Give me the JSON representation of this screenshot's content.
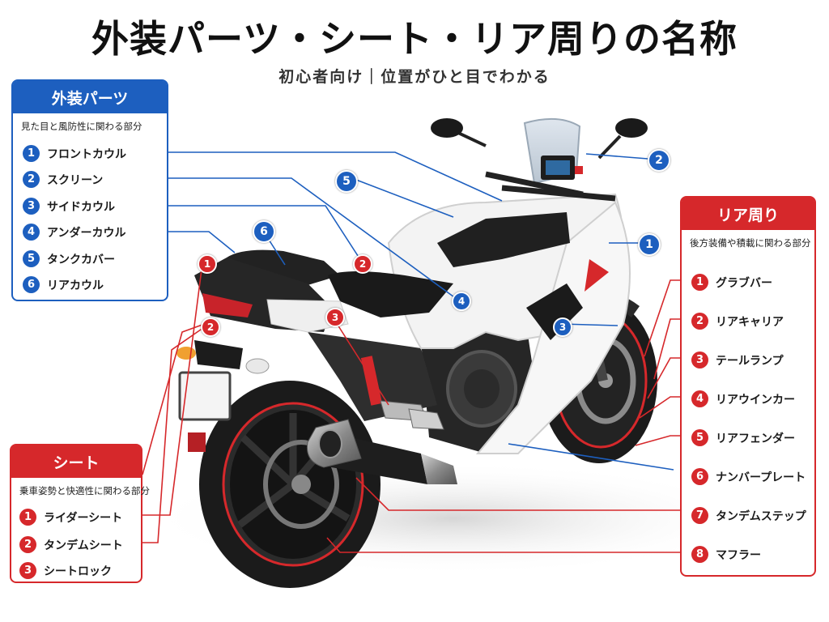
{
  "title": "外装パーツ・シート・リア周りの名称",
  "subtitle": "初心者向け｜位置がひと目でわかる",
  "colors": {
    "blue": "#1d5fbf",
    "red": "#d6282b"
  },
  "exterior": {
    "heading": "外装パーツ",
    "description": "見た目と風防性に関わる部分",
    "items": [
      {
        "num": "1",
        "label": "フロントカウル"
      },
      {
        "num": "2",
        "label": "スクリーン"
      },
      {
        "num": "3",
        "label": "サイドカウル"
      },
      {
        "num": "4",
        "label": "アンダーカウル"
      },
      {
        "num": "5",
        "label": "タンクカバー"
      },
      {
        "num": "6",
        "label": "リアカウル"
      }
    ]
  },
  "seat": {
    "heading": "シート",
    "description": "乗車姿勢と快適性に関わる部分",
    "items": [
      {
        "num": "1",
        "label": "ライダーシート"
      },
      {
        "num": "2",
        "label": "タンデムシート"
      },
      {
        "num": "3",
        "label": "シートロック"
      }
    ]
  },
  "rear": {
    "heading": "リア周り",
    "description": "後方装備や積載に関わる部分",
    "items": [
      {
        "num": "1",
        "label": "グラブバー"
      },
      {
        "num": "2",
        "label": "リアキャリア"
      },
      {
        "num": "3",
        "label": "テールランプ"
      },
      {
        "num": "4",
        "label": "リアウインカー"
      },
      {
        "num": "5",
        "label": "リアフェンダー"
      },
      {
        "num": "6",
        "label": "ナンバープレート"
      },
      {
        "num": "7",
        "label": "タンデムステップ"
      },
      {
        "num": "8",
        "label": "マフラー"
      }
    ]
  },
  "markers": {
    "front_cowl": "1",
    "screen": "2",
    "side_cowl": "3",
    "under_cowl": "4",
    "tank_cover": "5",
    "rear_cowl": "6",
    "rider_seat": "1",
    "tandem_seat": "2",
    "seat_lock": "3",
    "grab_bar": "1",
    "rear_carrier": "2"
  }
}
